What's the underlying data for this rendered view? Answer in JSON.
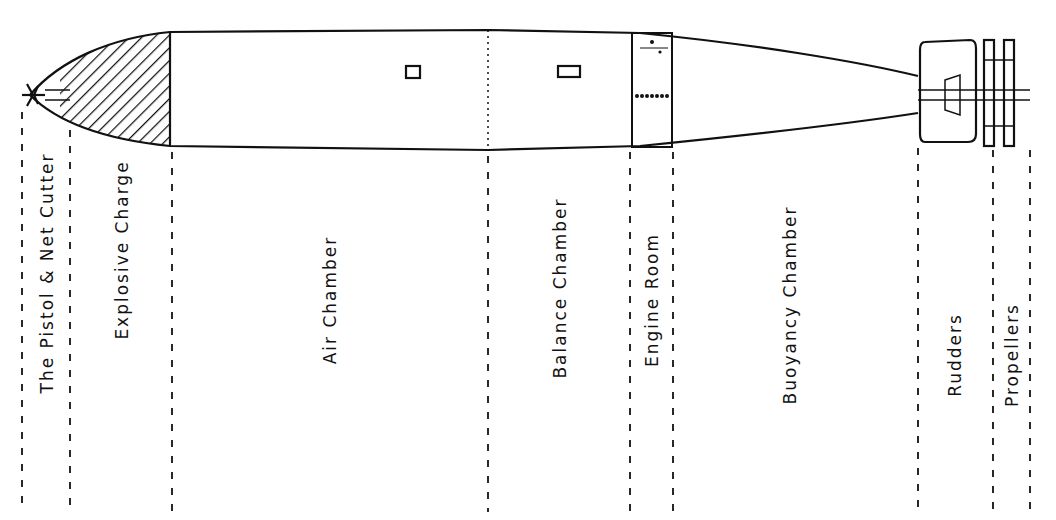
{
  "diagram": {
    "labels": [
      "The Pistol & Net Cutter",
      "Explosive Charge",
      "Air Chamber",
      "Balance Chamber",
      "Engine Room",
      "Buoyancy Chamber",
      "Rudders",
      "Propellers"
    ]
  }
}
